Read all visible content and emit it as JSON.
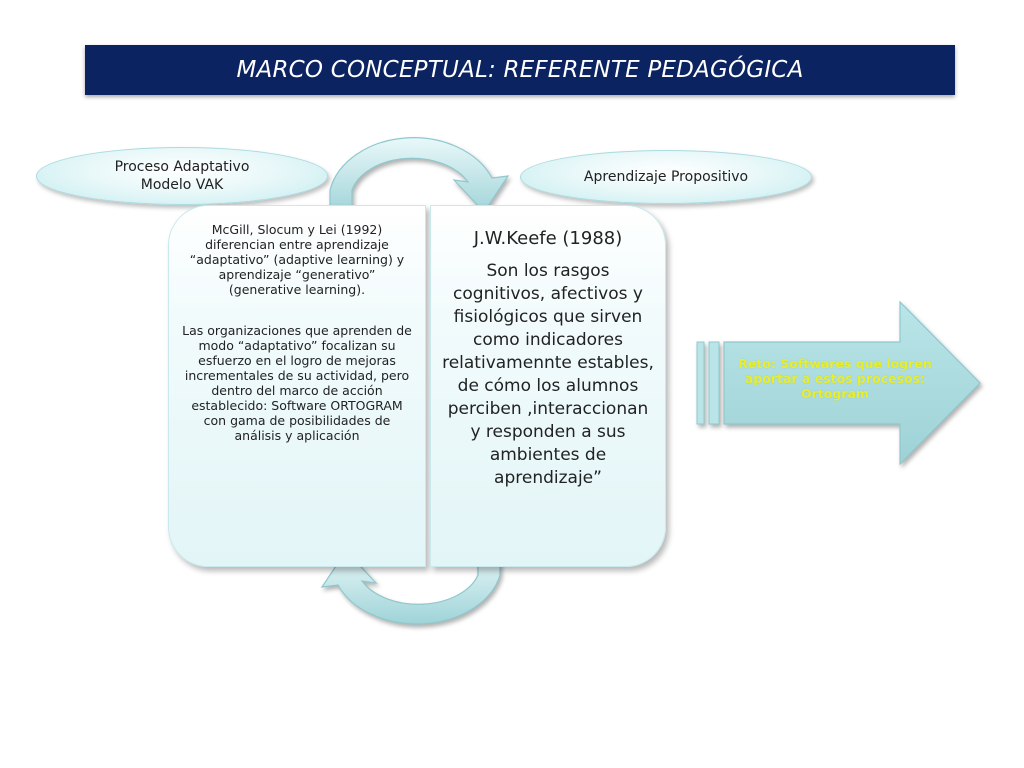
{
  "title": "MARCO CONCEPTUAL: REFERENTE PEDAGÓGICA",
  "ellipse_left": {
    "line1": "Proceso  Adaptativo",
    "line2": "Modelo VAK"
  },
  "ellipse_right": {
    "text": "Aprendizaje Propositivo"
  },
  "panel_left": {
    "paragraph1": "McGill, Slocum y Lei (1992) diferencian entre aprendizaje “adaptativo” (adaptive learning) y aprendizaje “generativo” (generative learning).",
    "paragraph2": "Las organizaciones que aprenden de modo “adaptativo” focalizan su esfuerzo en el logro de mejoras incrementales de su actividad, pero dentro del marco de acción establecido:  Software ORTOGRAM con gama de posibilidades de análisis y aplicación"
  },
  "panel_right": {
    "heading": "J.W.Keefe (1988)",
    "body": "Son los rasgos cognitivos, afectivos y fisiológicos que sirven como indicadores relativamennte estables, de cómo los alumnos perciben ,interaccionan y responden a sus ambientes de aprendizaje”"
  },
  "reto": {
    "text": "Reto: Softwares que logren aportar a estos procesos:  Ortogram"
  },
  "colors": {
    "title_bg": "#0b2360",
    "title_text": "#ffffff",
    "shape_fill": "#c4ecef",
    "arrow_fill": "#a9dcdf",
    "reto_text": "#e8ef2a"
  }
}
